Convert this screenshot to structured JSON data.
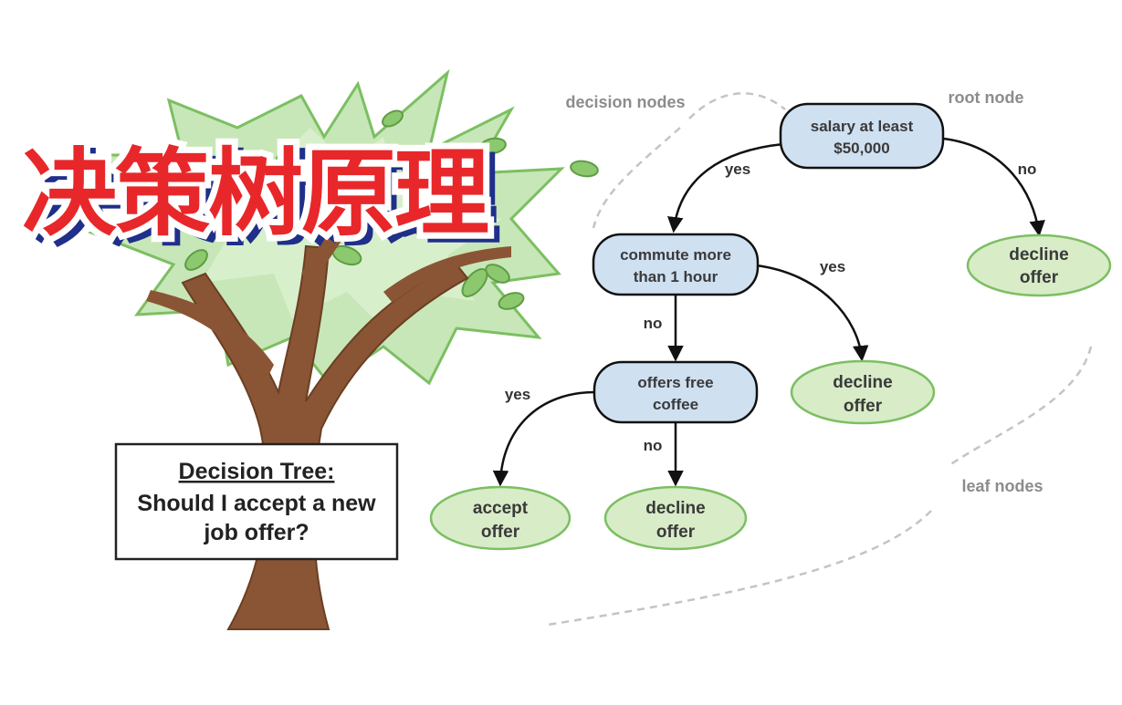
{
  "banner": {
    "title": "决策树原理"
  },
  "sign": {
    "title": "Decision Tree:",
    "line1": "Should I accept a new",
    "line2": "job offer?"
  },
  "annotations": {
    "decision_nodes": "decision nodes",
    "root_node": "root node",
    "leaf_nodes": "leaf nodes"
  },
  "nodes": {
    "root": {
      "line1": "salary at least",
      "line2": "$50,000"
    },
    "commute": {
      "line1": "commute more",
      "line2": "than 1 hour"
    },
    "coffee": {
      "line1": "offers free",
      "line2": "coffee"
    }
  },
  "leaves": {
    "decline_right": {
      "line1": "decline",
      "line2": "offer"
    },
    "decline_mid": {
      "line1": "decline",
      "line2": "offer"
    },
    "accept": {
      "line1": "accept",
      "line2": "offer"
    },
    "decline_bottom": {
      "line1": "decline",
      "line2": "offer"
    }
  },
  "edges": {
    "root_yes": "yes",
    "root_no": "no",
    "commute_yes": "yes",
    "commute_no": "no",
    "coffee_yes": "yes",
    "coffee_no": "no"
  },
  "colors": {
    "decision_fill": "#cfe0f1",
    "leaf_fill": "#d8ecc8",
    "trunk": "#8a5534",
    "canopy": "#bfe3b0",
    "banner_red": "#e8272a",
    "banner_blue": "#1f2f8a"
  }
}
